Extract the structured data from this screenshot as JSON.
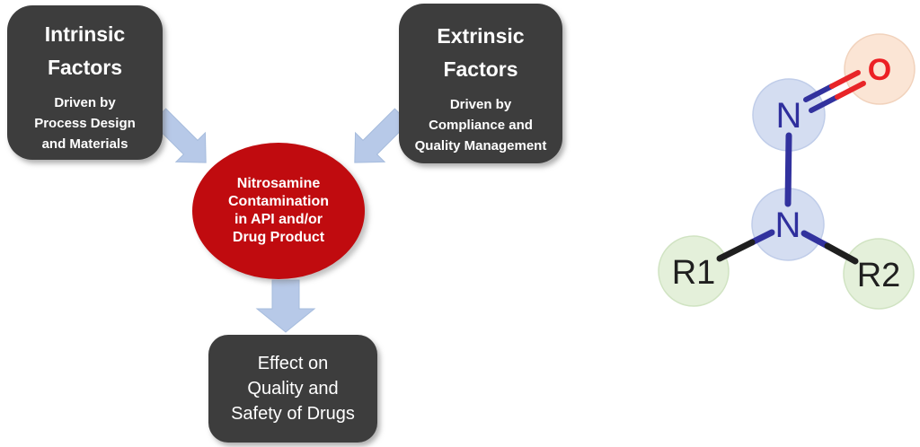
{
  "diagram": {
    "intrinsic_box": {
      "title": [
        "Intrinsic",
        "Factors"
      ],
      "subtitle": [
        "Driven by",
        "Process Design",
        "and Materials"
      ]
    },
    "extrinsic_box": {
      "title": [
        "Extrinsic",
        "Factors"
      ],
      "subtitle": [
        "Driven by",
        "Compliance and",
        "Quality Management"
      ]
    },
    "center_ellipse": {
      "lines": [
        "Nitrosamine",
        "Contamination",
        "in API and/or",
        "Drug Product"
      ]
    },
    "effect_box": {
      "lines": [
        "Effect on",
        "Quality and",
        "Safety of Drugs"
      ]
    }
  },
  "molecule": {
    "atoms": {
      "n_top": "N",
      "n_center": "N",
      "oxygen": "O",
      "r1": "R1",
      "r2": "R2"
    }
  },
  "icons": {
    "arrow_intrinsic": "block-arrow-down-right",
    "arrow_extrinsic": "block-arrow-down-left",
    "arrow_down": "block-arrow-down"
  },
  "colors": {
    "box_fill": "#3d3d3d",
    "box_text": "#ffffff",
    "ellipse_fill": "#c00b0f",
    "arrow_fill": "#b7c9e8",
    "atom_n_circle_fill": "#d4ddf1",
    "atom_o_circle_fill": "#fbe5d5",
    "atom_r_circle_fill": "#e4f0da",
    "n_label": "#2f2f9d",
    "o_label": "#ec2024",
    "r_label": "#1f1f1f",
    "bond_blue": "#32329e",
    "bond_red": "#e82528",
    "bond_black": "#1f1f1f"
  }
}
